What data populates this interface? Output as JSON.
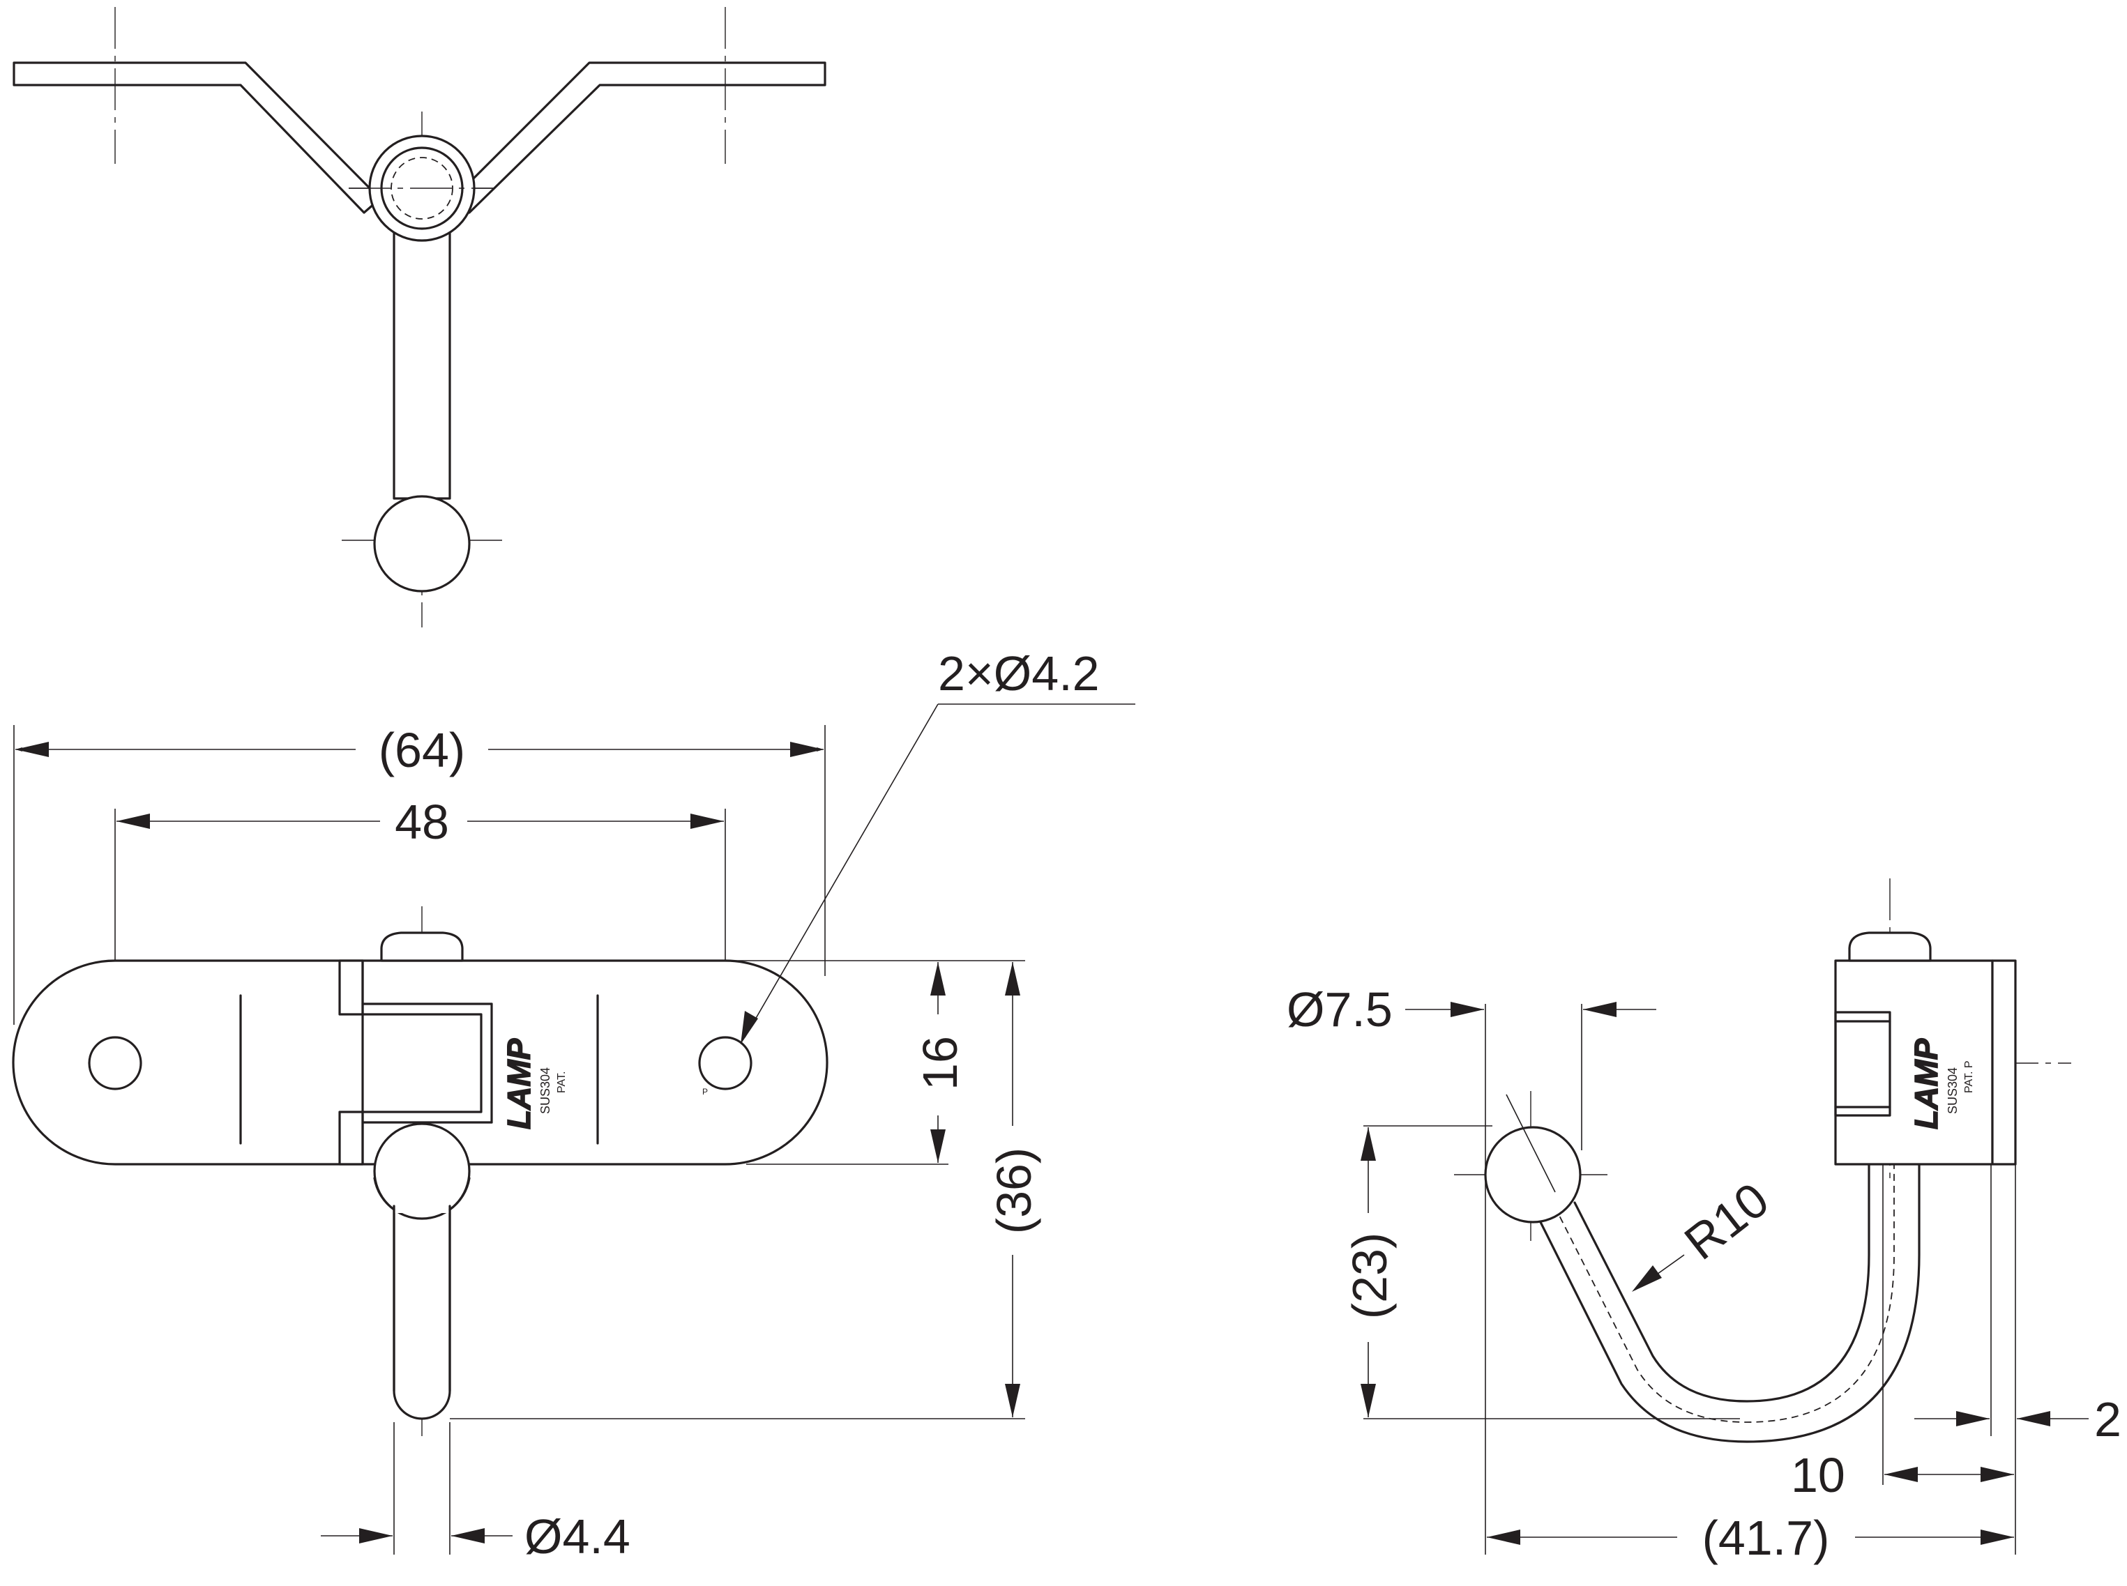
{
  "dimensions": {
    "overall_length": "(64)",
    "hole_pitch": "48",
    "holes": "2×Ø4.2",
    "plate_width": "16",
    "overall_height": "(36)",
    "pin_dia": "Ø4.4",
    "knob_dia": "Ø7.5",
    "hook_height": "(23)",
    "bend_radius": "R10",
    "plate_thickness": "2",
    "block_depth": "10",
    "overall_depth": "(41.7)"
  },
  "markings": {
    "logo": "LAMP",
    "material": "SUS304",
    "patent": "PAT.",
    "patent_side": "PAT. P",
    "letter": "P"
  }
}
